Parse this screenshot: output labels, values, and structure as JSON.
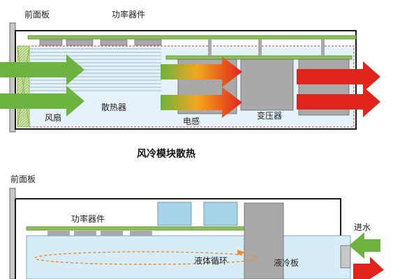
{
  "air_cooling": {
    "front_panel": "前面板",
    "power_devices": "功率器件",
    "fan": "风扇",
    "heatsink": "散热器",
    "inductor": "电感",
    "transformer": "变压器",
    "caption": "风冷模块散热"
  },
  "liquid_cooling": {
    "front_panel": "前面板",
    "power_devices": "功率器件",
    "fluid_circulation": "液体循环",
    "cold_plate": "液冷板",
    "water_in": "进水"
  },
  "colors": {
    "inlet_green": "#6cb33f",
    "outlet_red": "#e0231b",
    "pcb_green": "#8dc05a",
    "cold_plate_fill": "#d6ecf6",
    "component_gray": "#a9a9a9",
    "module_blue": "#a7d3e8"
  }
}
